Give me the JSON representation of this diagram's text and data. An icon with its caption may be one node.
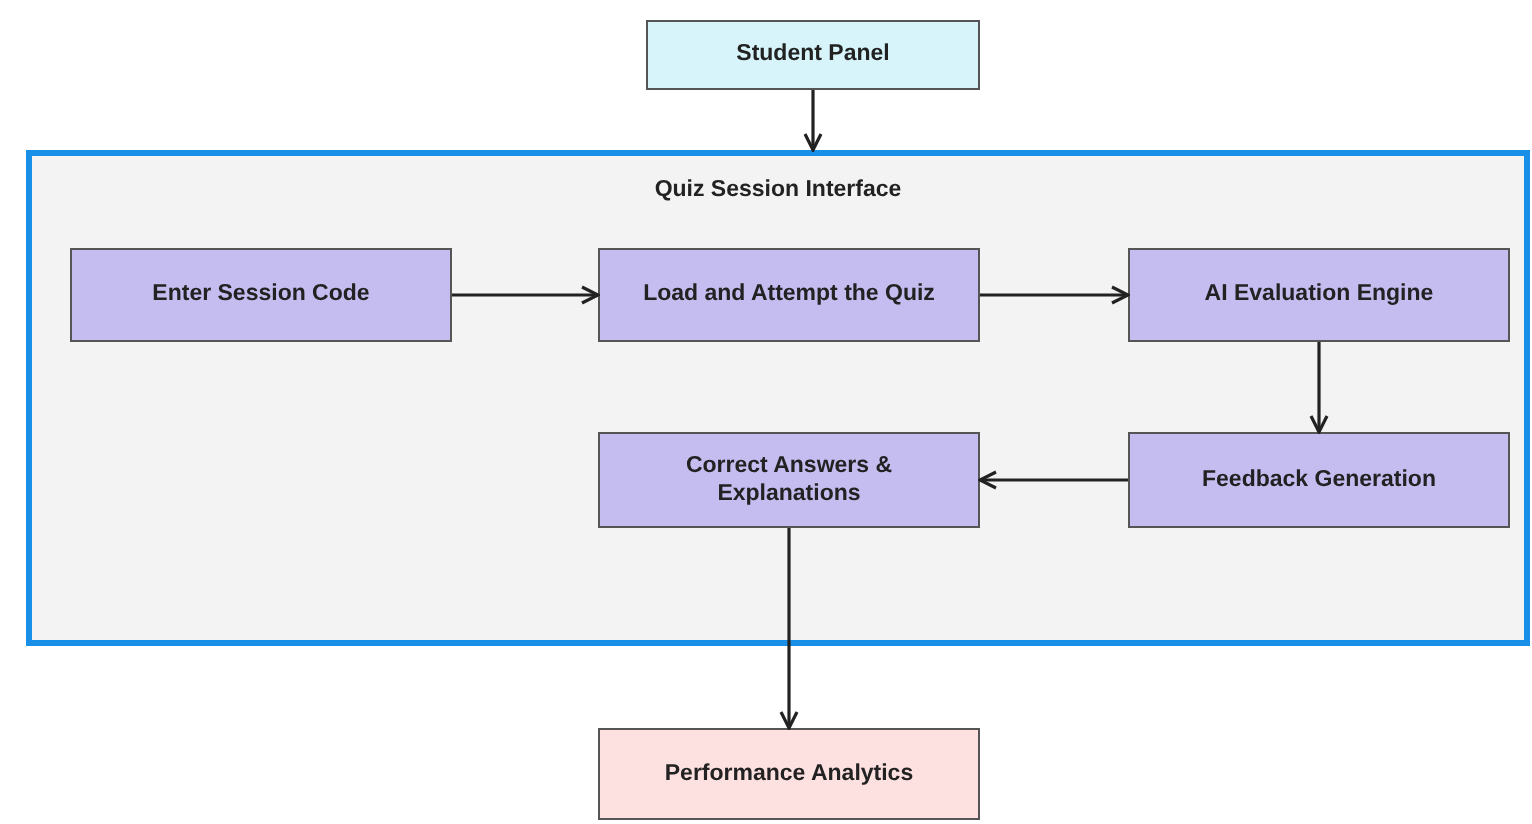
{
  "diagram": {
    "nodes": [
      {
        "text": [
          "Student Panel"
        ]
      },
      {
        "text": [
          "Quiz Session Interface"
        ]
      },
      {
        "text": [
          "Enter Session Code"
        ],
        "in": 1
      },
      {
        "text": [
          "Load and Attempt the Quiz"
        ],
        "in": 1
      },
      {
        "text": [
          "AI Evaluation Engine"
        ],
        "in": 1
      },
      {
        "text": [
          "Correct Answers & Explanations"
        ],
        "in": 1
      },
      {
        "text": [
          "Feedback Generation"
        ],
        "in": 1
      },
      {
        "text": [
          "Performance Analytics"
        ]
      }
    ],
    "edges": [
      {
        "from": 0,
        "to": 1,
        "arrow": "to"
      },
      {
        "from": 2,
        "to": 3,
        "arrow": "to"
      },
      {
        "from": 3,
        "to": 4,
        "arrow": "to"
      },
      {
        "from": 4,
        "to": 6,
        "arrow": "to"
      },
      {
        "from": 6,
        "to": 5,
        "arrow": "to"
      },
      {
        "from": 5,
        "to": 7,
        "arrow": "to"
      }
    ]
  }
}
